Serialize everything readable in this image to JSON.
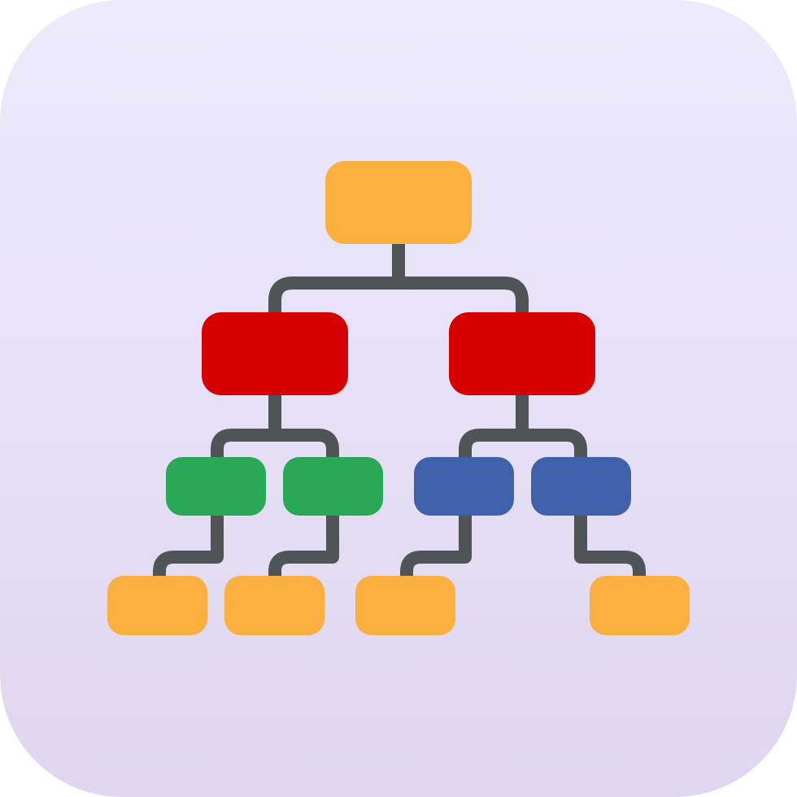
{
  "icon": {
    "name": "hierarchy-tree-icon",
    "background": {
      "top_color": "#ECEAFC",
      "bottom_color": "#E0D6EF"
    },
    "connector_color": "#4F5557",
    "node_colors": {
      "root": "#FBAF3F",
      "level1": "#D60000",
      "level2_left": "#29A957",
      "level2_right": "#3F60AA",
      "leaf": "#FBAF3F"
    },
    "levels": [
      {
        "level": 0,
        "node_count": 1
      },
      {
        "level": 1,
        "node_count": 2
      },
      {
        "level": 2,
        "node_count": 4
      },
      {
        "level": 3,
        "node_count": 4
      }
    ]
  }
}
